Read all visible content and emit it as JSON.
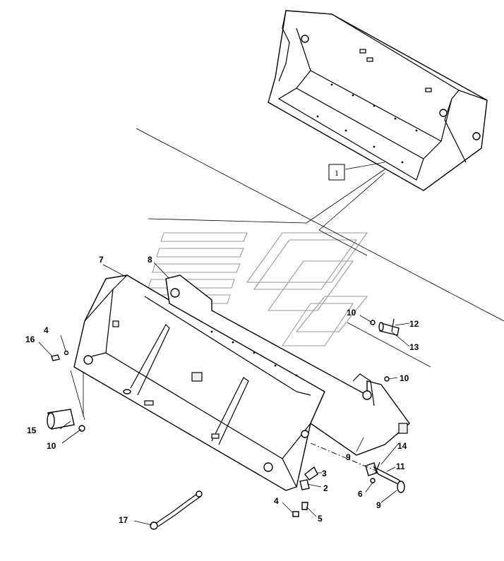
{
  "callouts": {
    "c1": "1",
    "c2": "2",
    "c3": "3",
    "c4a": "4",
    "c4b": "4",
    "c5": "5",
    "c6": "6",
    "c7": "7",
    "c8": "8",
    "c9a": "9",
    "c9b": "9",
    "c10a": "10",
    "c10b": "10",
    "c10c": "10",
    "c11": "11",
    "c12": "12",
    "c13": "13",
    "c14": "14",
    "c15": "15",
    "c16": "16",
    "c17": "17"
  }
}
